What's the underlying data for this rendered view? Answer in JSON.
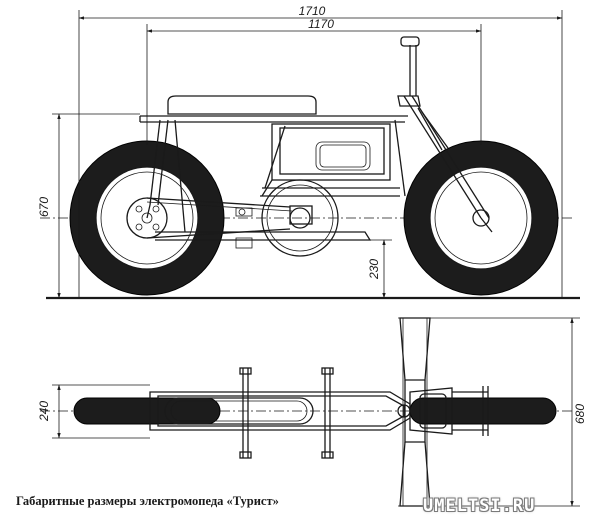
{
  "dimensions": {
    "overall_length": "1710",
    "wheelbase": "1170",
    "height": "670",
    "ground_clearance": "230",
    "plan_width": "240",
    "handlebar_width": "680"
  },
  "caption": "Габаритные размеры электромопеда «Турист»",
  "watermark": "UMELTSI.RU"
}
